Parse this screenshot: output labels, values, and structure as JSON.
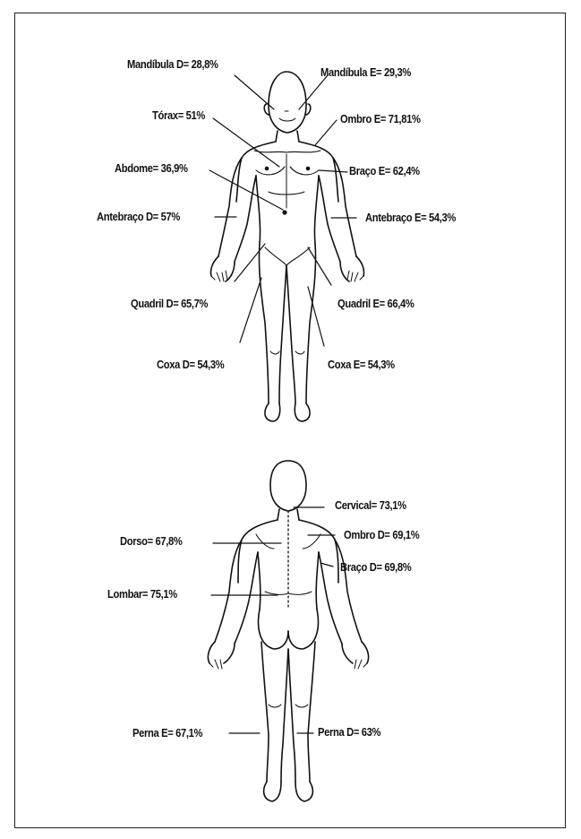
{
  "front_labels": {
    "mandibula_d": "Mandíbula D= 28,8%",
    "mandibula_e": "Mandíbula E= 29,3%",
    "torax": "Tórax= 51%",
    "ombro_e": "Ombro E= 71,81%",
    "abdome": "Abdome= 36,9%",
    "braco_e": "Braço E= 62,4%",
    "antebraco_d": "Antebraço D= 57%",
    "antebraco_e": "Antebraço E= 54,3%",
    "quadril_d": "Quadril D= 65,7%",
    "quadril_e": "Quadril E= 66,4%",
    "coxa_d": "Coxa D= 54,3%",
    "coxa_e": "Coxa E= 54,3%"
  },
  "back_labels": {
    "cervical": "Cervical= 73,1%",
    "dorso": "Dorso= 67,8%",
    "ombro_d": "Ombro D= 69,1%",
    "braco_d": "Braço D= 69,8%",
    "lombar": "Lombar= 75,1%",
    "perna_e": "Perna E= 67,1%",
    "perna_d": "Perna D= 63%"
  },
  "colors": {
    "ink": "#111111",
    "frame": "#222222",
    "background": "#ffffff"
  }
}
